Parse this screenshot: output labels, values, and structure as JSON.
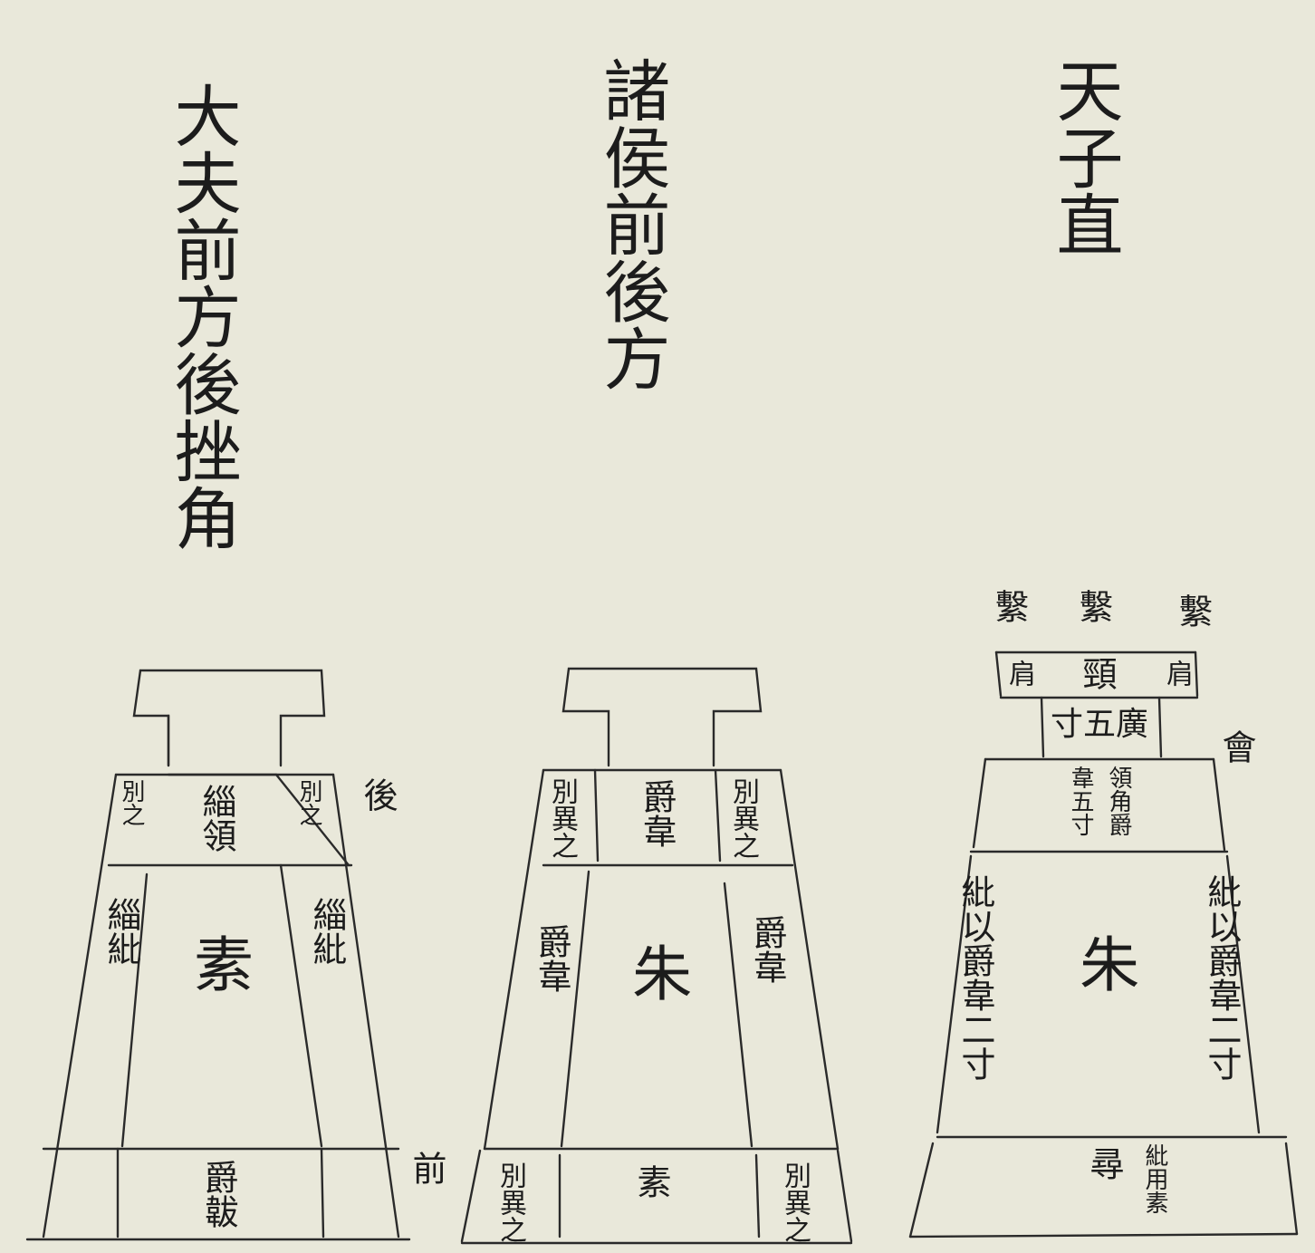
{
  "titles": {
    "tianzi": "天子直",
    "zhuhou": "諸侯前後方",
    "dafu": "大夫前方後挫角"
  },
  "dafu": {
    "hou_mark": "後",
    "qian_mark": "前",
    "side_left_top": "別之",
    "side_right_top": "別之",
    "neck": "緇領",
    "left_panel": "緇紕",
    "right_panel": "緇紕",
    "center": "素",
    "bottom_center": "爵韍"
  },
  "zhuhou": {
    "side_left_top": "別異之",
    "side_right_top": "別異之",
    "neck": "爵韋",
    "left_panel": "爵韋",
    "right_panel": "爵韋",
    "center": "朱",
    "bottom_left": "別異之",
    "bottom_right": "別異之",
    "bottom_center": "素"
  },
  "tianzi": {
    "top_left": "繫",
    "top_center": "繫",
    "top_right": "繫",
    "shoulder_left": "肩",
    "neck": "頸",
    "shoulder_right": "肩",
    "width_note": "廣五寸",
    "hui_mark": "會",
    "collar_left": "韋五寸",
    "collar_right": "領角爵",
    "left_panel": "紕以爵韋二寸",
    "right_panel": "紕以爵韋二寸",
    "center": "朱",
    "bottom_center": "尋",
    "bottom_right": "紕用素"
  }
}
